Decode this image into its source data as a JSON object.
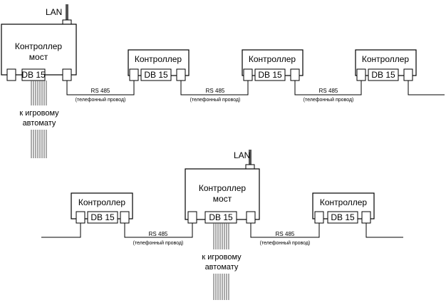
{
  "labels": {
    "lan": "LAN",
    "controller": "Контроллер",
    "bridge_line1": "Контроллер",
    "bridge_line2": "мост",
    "db15": "DB 15",
    "bus": "RS 485",
    "bus_sub": "(телефонный провод)",
    "slot_line1": "к игровому",
    "slot_line2": "автомату"
  },
  "colors": {
    "line": "#000000",
    "lan_cable": "#555555",
    "background": "#ffffff"
  }
}
